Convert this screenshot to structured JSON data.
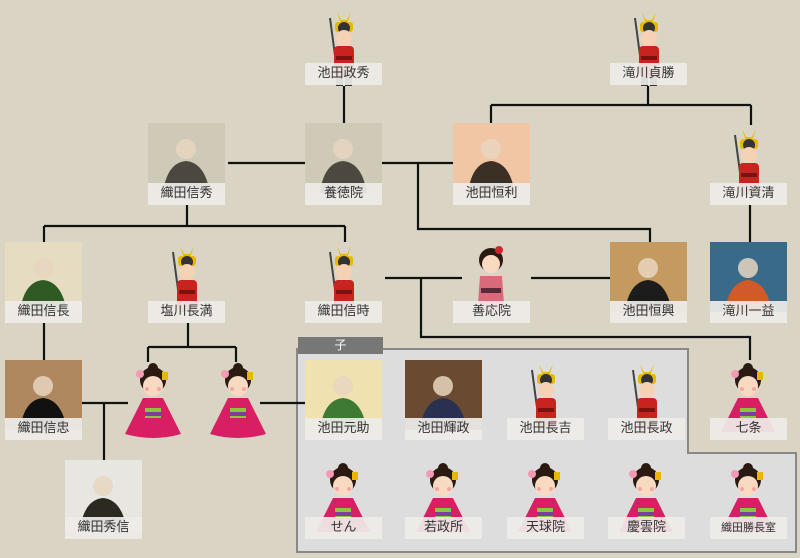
{
  "title": "池田恒興 家系図",
  "children_group_label": "子",
  "colors": {
    "background": "#d9d4c4",
    "line": "#111111",
    "group_fill": "#dddddd",
    "group_border": "#888888",
    "tab": "#777777"
  },
  "nodes": [
    {
      "id": "ikeda-masahide",
      "name": "池田政秀",
      "kind": "samurai-illustration"
    },
    {
      "id": "takigawa-sadakatsu",
      "name": "滝川貞勝",
      "kind": "samurai-illustration"
    },
    {
      "id": "oda-nobuhide",
      "name": "織田信秀",
      "kind": "statue-photo"
    },
    {
      "id": "yotokuin",
      "name": "養徳院",
      "kind": "statue-photo"
    },
    {
      "id": "ikeda-tsunetoshi",
      "name": "池田恒利",
      "kind": "portrait-painting"
    },
    {
      "id": "takigawa-sukekiyo",
      "name": "滝川資清",
      "kind": "samurai-illustration"
    },
    {
      "id": "oda-nobunaga",
      "name": "織田信長",
      "kind": "portrait-painting"
    },
    {
      "id": "shiokawa-nagamitsu",
      "name": "塩川長満",
      "kind": "samurai-illustration"
    },
    {
      "id": "oda-nobutoki",
      "name": "織田信時",
      "kind": "samurai-illustration"
    },
    {
      "id": "zennoin",
      "name": "善応院",
      "kind": "woman-illustration"
    },
    {
      "id": "ikeda-tsuneoki",
      "name": "池田恒興",
      "kind": "portrait-painting"
    },
    {
      "id": "takigawa-kazumasu",
      "name": "滝川一益",
      "kind": "portrait-painting"
    },
    {
      "id": "oda-nobutada",
      "name": "織田信忠",
      "kind": "portrait-painting"
    },
    {
      "id": "daughter-1",
      "name": "",
      "kind": "princess-illustration"
    },
    {
      "id": "daughter-2",
      "name": "",
      "kind": "princess-illustration"
    },
    {
      "id": "ikeda-motosuke",
      "name": "池田元助",
      "kind": "portrait-painting"
    },
    {
      "id": "ikeda-terumasa",
      "name": "池田輝政",
      "kind": "portrait-painting"
    },
    {
      "id": "ikeda-nagayoshi",
      "name": "池田長吉",
      "kind": "samurai-illustration"
    },
    {
      "id": "ikeda-nagamasa",
      "name": "池田長政",
      "kind": "samurai-illustration"
    },
    {
      "id": "shichijo",
      "name": "七条",
      "kind": "princess-illustration"
    },
    {
      "id": "oda-hidenobu",
      "name": "織田秀信",
      "kind": "portrait-painting"
    },
    {
      "id": "sen",
      "name": "せん",
      "kind": "princess-illustration"
    },
    {
      "id": "wakamandokoro",
      "name": "若政所",
      "kind": "princess-illustration"
    },
    {
      "id": "tenkyuin",
      "name": "天球院",
      "kind": "princess-illustration"
    },
    {
      "id": "keiunin",
      "name": "慶雲院",
      "kind": "princess-illustration"
    },
    {
      "id": "oda-katsunaga-wife",
      "name": "織田勝長室",
      "kind": "princess-illustration"
    }
  ]
}
